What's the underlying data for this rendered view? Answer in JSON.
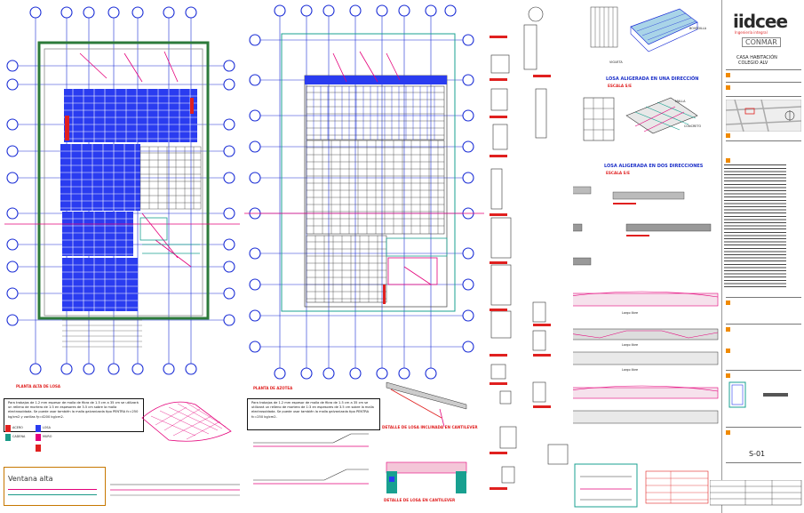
{
  "title_block": {
    "logo": "iidcee",
    "logo_sub": "Ingeniería integral",
    "brand": "CONMAR",
    "project_lines": [
      "CASA HABITACIÓN",
      "COLEGIO ALV"
    ],
    "sheet_code": "S-01"
  },
  "left_plan": {
    "note": "Para trabajos de 1.2 mm espesor de malla de fibra de 1.5 cm a 35 cm se utilizará un relleno de mortero de 1:3 en espesores de 3.5 cm sobre la malla electrosoldada. Se puede usar también la malla galvanizada tipo PENTRA fc=250 kg/cm2 y varillas fy=4200 kg/cm2.",
    "plan_label": "PLANTA ALTA DE LOSA",
    "legend_title": "Ventana alta",
    "legend_entries": [
      "ACERO",
      "CADENA",
      "LOSA",
      "MURO"
    ]
  },
  "center_plan": {
    "note": "Para trabajos de 1.2 mm espesor de malla de fibra de 1.5 cm a 35 cm se utilizará un relleno de mortero de 1:3 en espesores de 3.5 cm sobre la malla electrosoldada. Se puede usar también la malla galvanizada tipo PENTRA fc=250 kg/cm2.",
    "plan_label": "PLANTA DE AZOTEA"
  },
  "details": {
    "losa_una": "LOSA ALIGERADA EN UNA DIRECCIÓN",
    "losa_dos": "LOSA ALIGERADA EN DOS DIRECCIONES",
    "escala": "ESCALA S/E",
    "inclinada": "DETALLE DE LOSA INCLINADA EN CANTILEVER",
    "cantilever": "DETALLE DE LOSA EN CANTILEVER",
    "vigueta": "VIGUETA",
    "bovedilla": "BOVEDILLA",
    "malla": "MALLA",
    "concreto": "CONCRETO",
    "largo": "Largo libre"
  },
  "colors": {
    "grid": "#1a2dd6",
    "steel": "#0010ff",
    "slab": "#e4007a",
    "text_red": "#e02020",
    "teal": "#18a090",
    "green": "#2c7a3a"
  }
}
